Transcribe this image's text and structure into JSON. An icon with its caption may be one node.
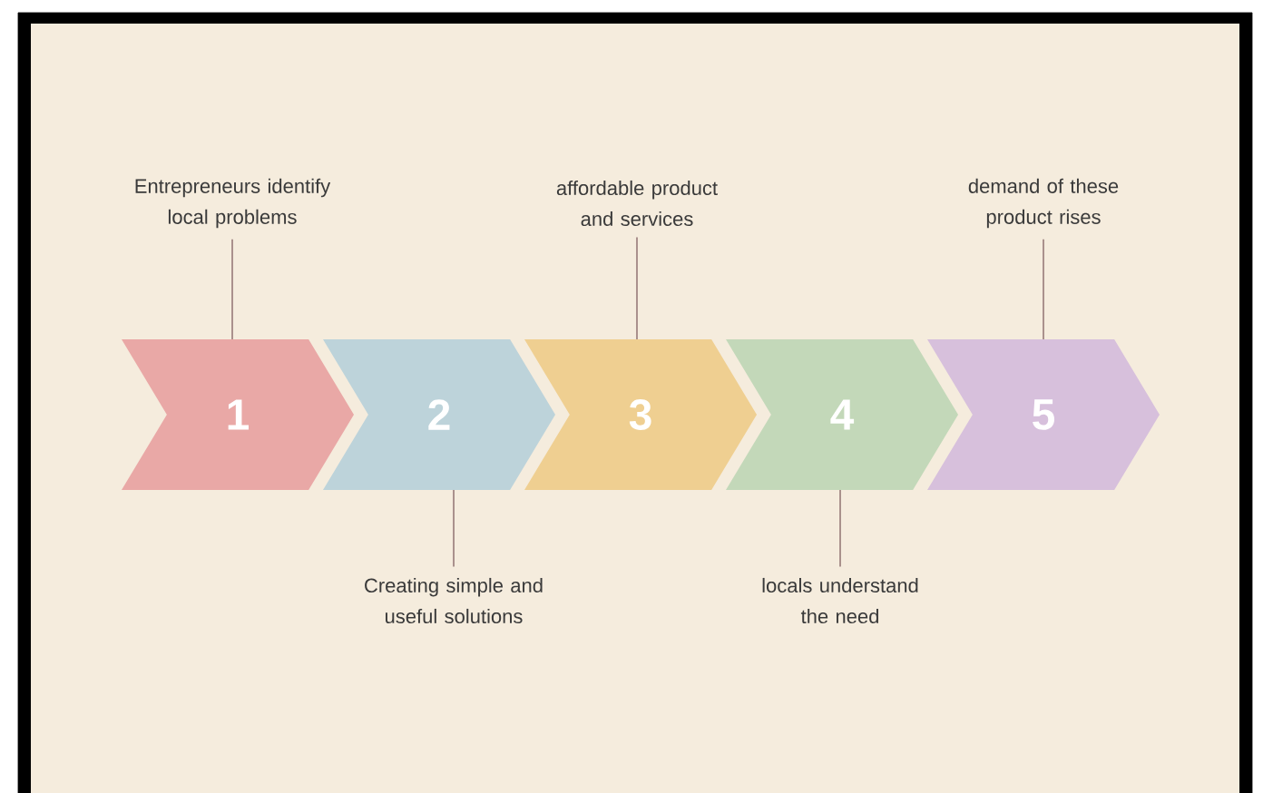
{
  "diagram": {
    "nodes": [
      {
        "text": [
          "1"
        ]
      },
      {
        "text": [
          "2"
        ]
      },
      {
        "text": [
          "3"
        ]
      },
      {
        "text": [
          "4"
        ]
      },
      {
        "text": [
          "5"
        ]
      },
      {
        "text": [
          "Entrepreneurs identify local problems"
        ]
      },
      {
        "text": [
          "affordable product and services"
        ]
      },
      {
        "text": [
          "demand of these product rises"
        ]
      },
      {
        "text": [
          "Creating simple and useful solutions"
        ]
      },
      {
        "text": [
          "locals understand the need"
        ]
      }
    ],
    "edges": [
      {
        "from": 5,
        "to": 0,
        "arrow": "none"
      },
      {
        "from": 6,
        "to": 2,
        "arrow": "none"
      },
      {
        "from": 7,
        "to": 4,
        "arrow": "none"
      },
      {
        "from": 8,
        "to": 1,
        "arrow": "none"
      },
      {
        "from": 9,
        "to": 3,
        "arrow": "none"
      }
    ]
  }
}
